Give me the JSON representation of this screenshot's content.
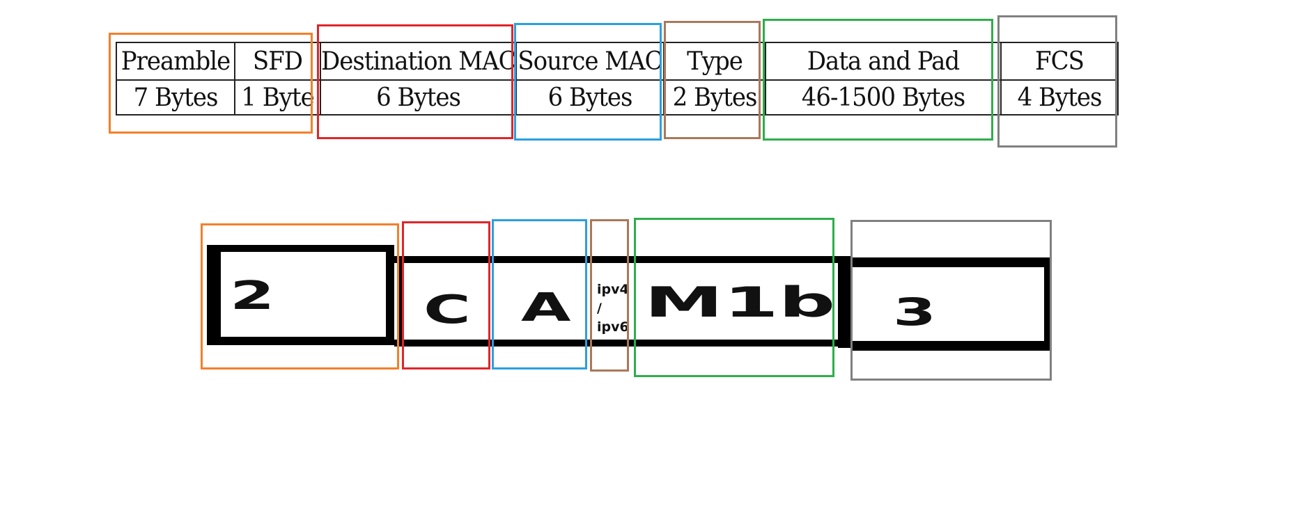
{
  "frame_fields": [
    {
      "name": "Preamble",
      "size": "7 Bytes"
    },
    {
      "name": "SFD",
      "size": "1 Byte"
    },
    {
      "name": "Destination MAC",
      "size": "6 Bytes"
    },
    {
      "name": "Source MAC",
      "size": "6 Bytes"
    },
    {
      "name": "Type",
      "size": "2 Bytes"
    },
    {
      "name": "Data and Pad",
      "size": "46-1500 Bytes"
    },
    {
      "name": "FCS",
      "size": "4 Bytes"
    }
  ],
  "strip_labels": {
    "preamble_sfd": "2",
    "destination": "C",
    "source": "A",
    "type_line1": "ipv4",
    "type_line2": "/",
    "type_line3": "ipv6",
    "data": "M1b",
    "fcs": "3"
  },
  "colors": {
    "orange": "#F47F2A",
    "red": "#E0252A",
    "blue": "#2A9FDF",
    "brown": "#A9785A",
    "green": "#2DAE4A",
    "gray": "#808080"
  }
}
